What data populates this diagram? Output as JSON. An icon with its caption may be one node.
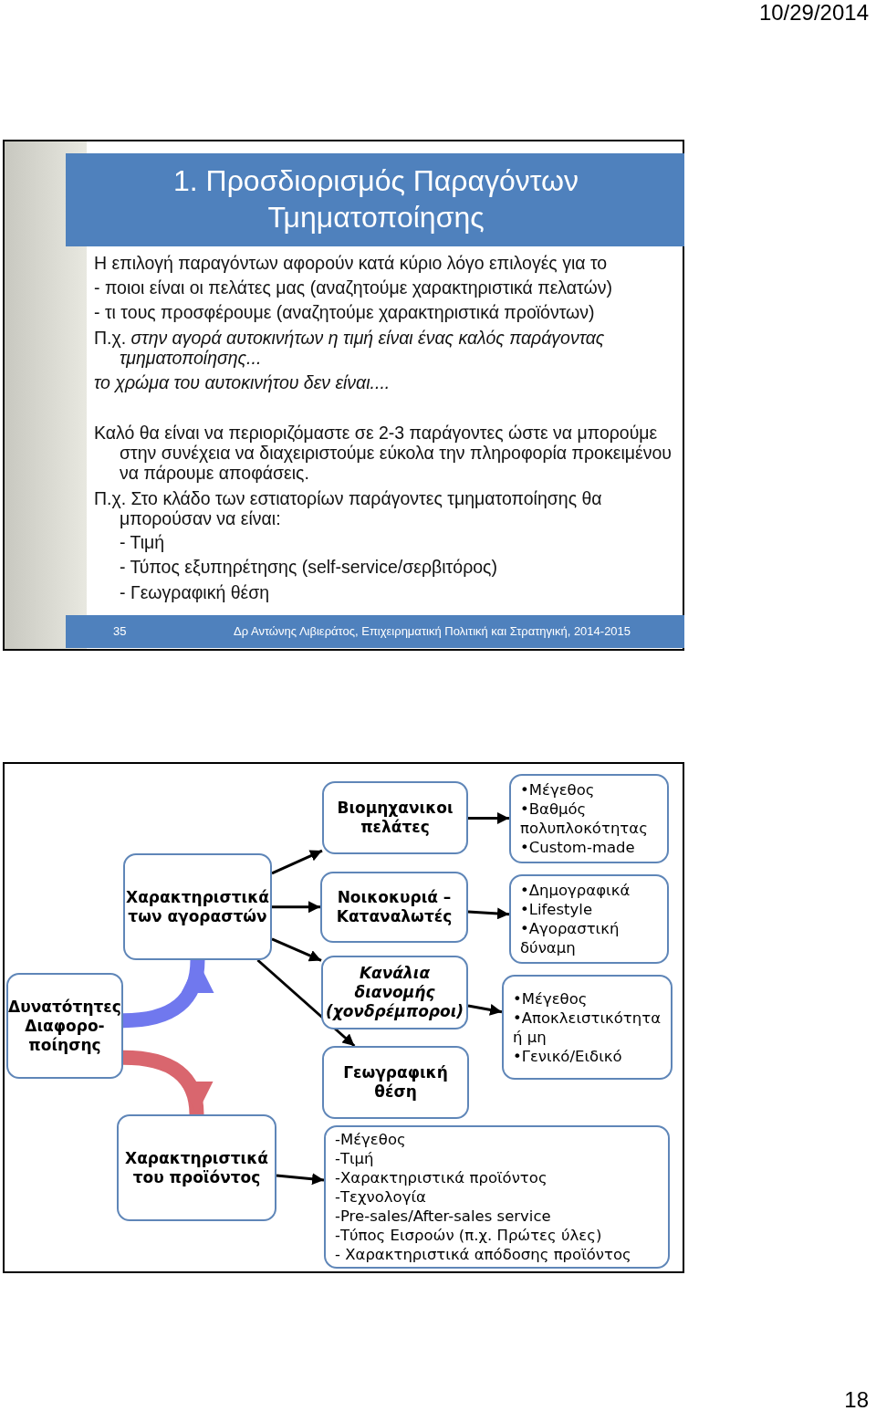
{
  "diagram": {
    "title": "1. Προσδιορισμός Παραγόντων Τμηματοποίησης",
    "nodes": [
      {
        "text": [
          "Δυνατότητες Διαφορο- ποίησης"
        ]
      },
      {
        "text": [
          "Χαρακτηριστικά των αγοραστών"
        ]
      },
      {
        "text": [
          "Χαρακτηριστικά του προϊόντος"
        ]
      },
      {
        "text": [
          "Βιομηχανικοι πελάτες"
        ]
      },
      {
        "text": [
          "Νοικοκυριά – Καταναλωτές"
        ]
      },
      {
        "text": [
          "Κανάλια διανομής (χονδρέμποροι)"
        ]
      },
      {
        "text": [
          "Γεωγραφική θέση"
        ]
      },
      {
        "text": [
          "•Μέγεθος",
          "•Βαθμός πολυπλοκότητας",
          "•Custom-made"
        ]
      },
      {
        "text": [
          "•Δημογραφικά",
          "•Lifestyle",
          "•Αγοραστική δύναμη"
        ]
      },
      {
        "text": [
          "•Μέγεθος",
          "•Αποκλειστικότητα ή μη",
          "•Γενικό/Ειδικό"
        ]
      },
      {
        "text": [
          "-Μέγεθος",
          "-Τιμή",
          "-Χαρακτηριστικά προϊόντος",
          "-Τεχνολογία",
          "-Pre-sales/After-sales service",
          "-Τύπος Εισροών (π.χ. Πρώτες ύλες)",
          "- Χαρακτηριστικά απόδοσης προϊόντος"
        ]
      }
    ],
    "edges": [
      {
        "from": 0,
        "to": 1,
        "arrow": "to",
        "style": "thick",
        "color": "#7078ee"
      },
      {
        "from": 0,
        "to": 2,
        "arrow": "to",
        "style": "thick",
        "color": "#d9666e"
      },
      {
        "from": 1,
        "to": 3,
        "arrow": "to"
      },
      {
        "from": 1,
        "to": 4,
        "arrow": "to"
      },
      {
        "from": 1,
        "to": 5,
        "arrow": "to"
      },
      {
        "from": 1,
        "to": 6,
        "arrow": "to"
      },
      {
        "from": 3,
        "to": 7,
        "arrow": "to"
      },
      {
        "from": 4,
        "to": 8,
        "arrow": "to"
      },
      {
        "from": 5,
        "to": 9,
        "arrow": "to"
      },
      {
        "from": 2,
        "to": 10,
        "arrow": "to"
      }
    ],
    "labels": [
      "10/29/2014",
      "Η επιλογή παραγόντων αφορούν κατά κύριο λόγο επιλογές για το",
      "- ποιοι είναι οι πελάτες μας (αναζητούμε χαρακτηριστικά πελατών)",
      "- τι τους προσφέρουμε (αναζητούμε χαρακτηριστικά προϊόντων)",
      "Π.χ. *στην αγορά αυτοκινήτων η τιμή είναι ένας καλός παράγοντας τμηματοποίησης...*",
      "το χρώμα του αυτοκινήτου δεν είναι....",
      "Καλό θα είναι να περιοριζόμαστε σε 2-3 παράγοντες ώστε να μπορούμε στην συνέχεια να διαχειριστούμε εύκολα την πληροφορία προκειμένου να πάρουμε αποφάσεις.",
      "Π.χ. Στο κλάδο των εστιατορίων παράγοντες τμηματοποίησης θα μπορούσαν να είναι:",
      "- Τιμή",
      "- Τύπος εξυπηρέτησης (self-service/σερβιτόρος)",
      "- Γεωγραφική θέση",
      "35",
      "Δρ Αντώνης Λιβιεράτος, Επιχειρηματική Πολιτική και Στρατηγική, 2014-2015",
      "18"
    ]
  }
}
